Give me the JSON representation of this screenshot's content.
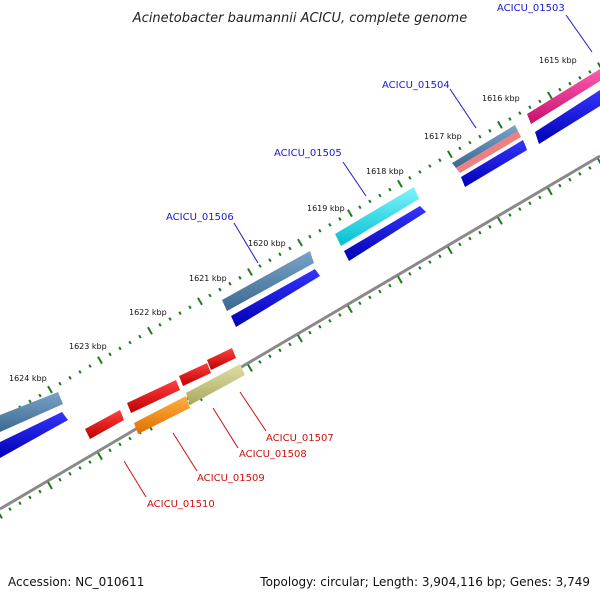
{
  "title": "Acinetobacter baumannii ACICU, complete genome",
  "footer": {
    "accession_label": "Accession:",
    "accession": "NC_010611",
    "topology_label": "Topology:",
    "topology": "circular",
    "length_label": "Length:",
    "length": "3,904,116 bp",
    "genes_label": "Genes:",
    "genes": "3,749"
  },
  "kbp_ticks": [
    "1615 kbp",
    "1616 kbp",
    "1617 kbp",
    "1618 kbp",
    "1619 kbp",
    "1620 kbp",
    "1621 kbp",
    "1622 kbp",
    "1623 kbp",
    "1624 kbp"
  ],
  "gene_labels_top": [
    "ACICU_01503",
    "ACICU_01504",
    "ACICU_01505",
    "ACICU_01506"
  ],
  "gene_labels_bottom": [
    "ACICU_01507",
    "ACICU_01508",
    "ACICU_01509",
    "ACICU_01510"
  ],
  "colors": {
    "backbone": "#8a8a8a",
    "tick": "#1f7a1f",
    "forward_cds": "#0000ee",
    "label_top": "#1a1acc",
    "label_bottom": "#cc1111",
    "steelblue": "#4f81ad",
    "cyan": "#00e5ee",
    "magenta": "#ee1e8c",
    "salmon": "#f08080",
    "red": "#ee0000",
    "orange": "#ff8c00",
    "khaki": "#c8c878"
  }
}
